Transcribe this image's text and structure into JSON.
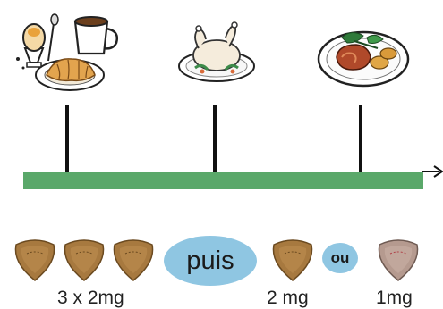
{
  "timeline": {
    "meals": [
      {
        "name": "breakfast",
        "icon": "breakfast-icon"
      },
      {
        "name": "lunch",
        "icon": "roast-chicken-icon"
      },
      {
        "name": "dinner",
        "icon": "dinner-plate-icon"
      }
    ],
    "bar_color": "#5aa86a"
  },
  "dosing": {
    "connector_puis": "puis",
    "connector_ou": "ou",
    "label_initial": "3 x 2mg",
    "label_option_a": "2 mg",
    "label_option_b": "1mg",
    "pill_color_2mg": "#a7793f",
    "pill_color_1mg": "#b59a8f",
    "oval_color": "#8fc6e2"
  }
}
